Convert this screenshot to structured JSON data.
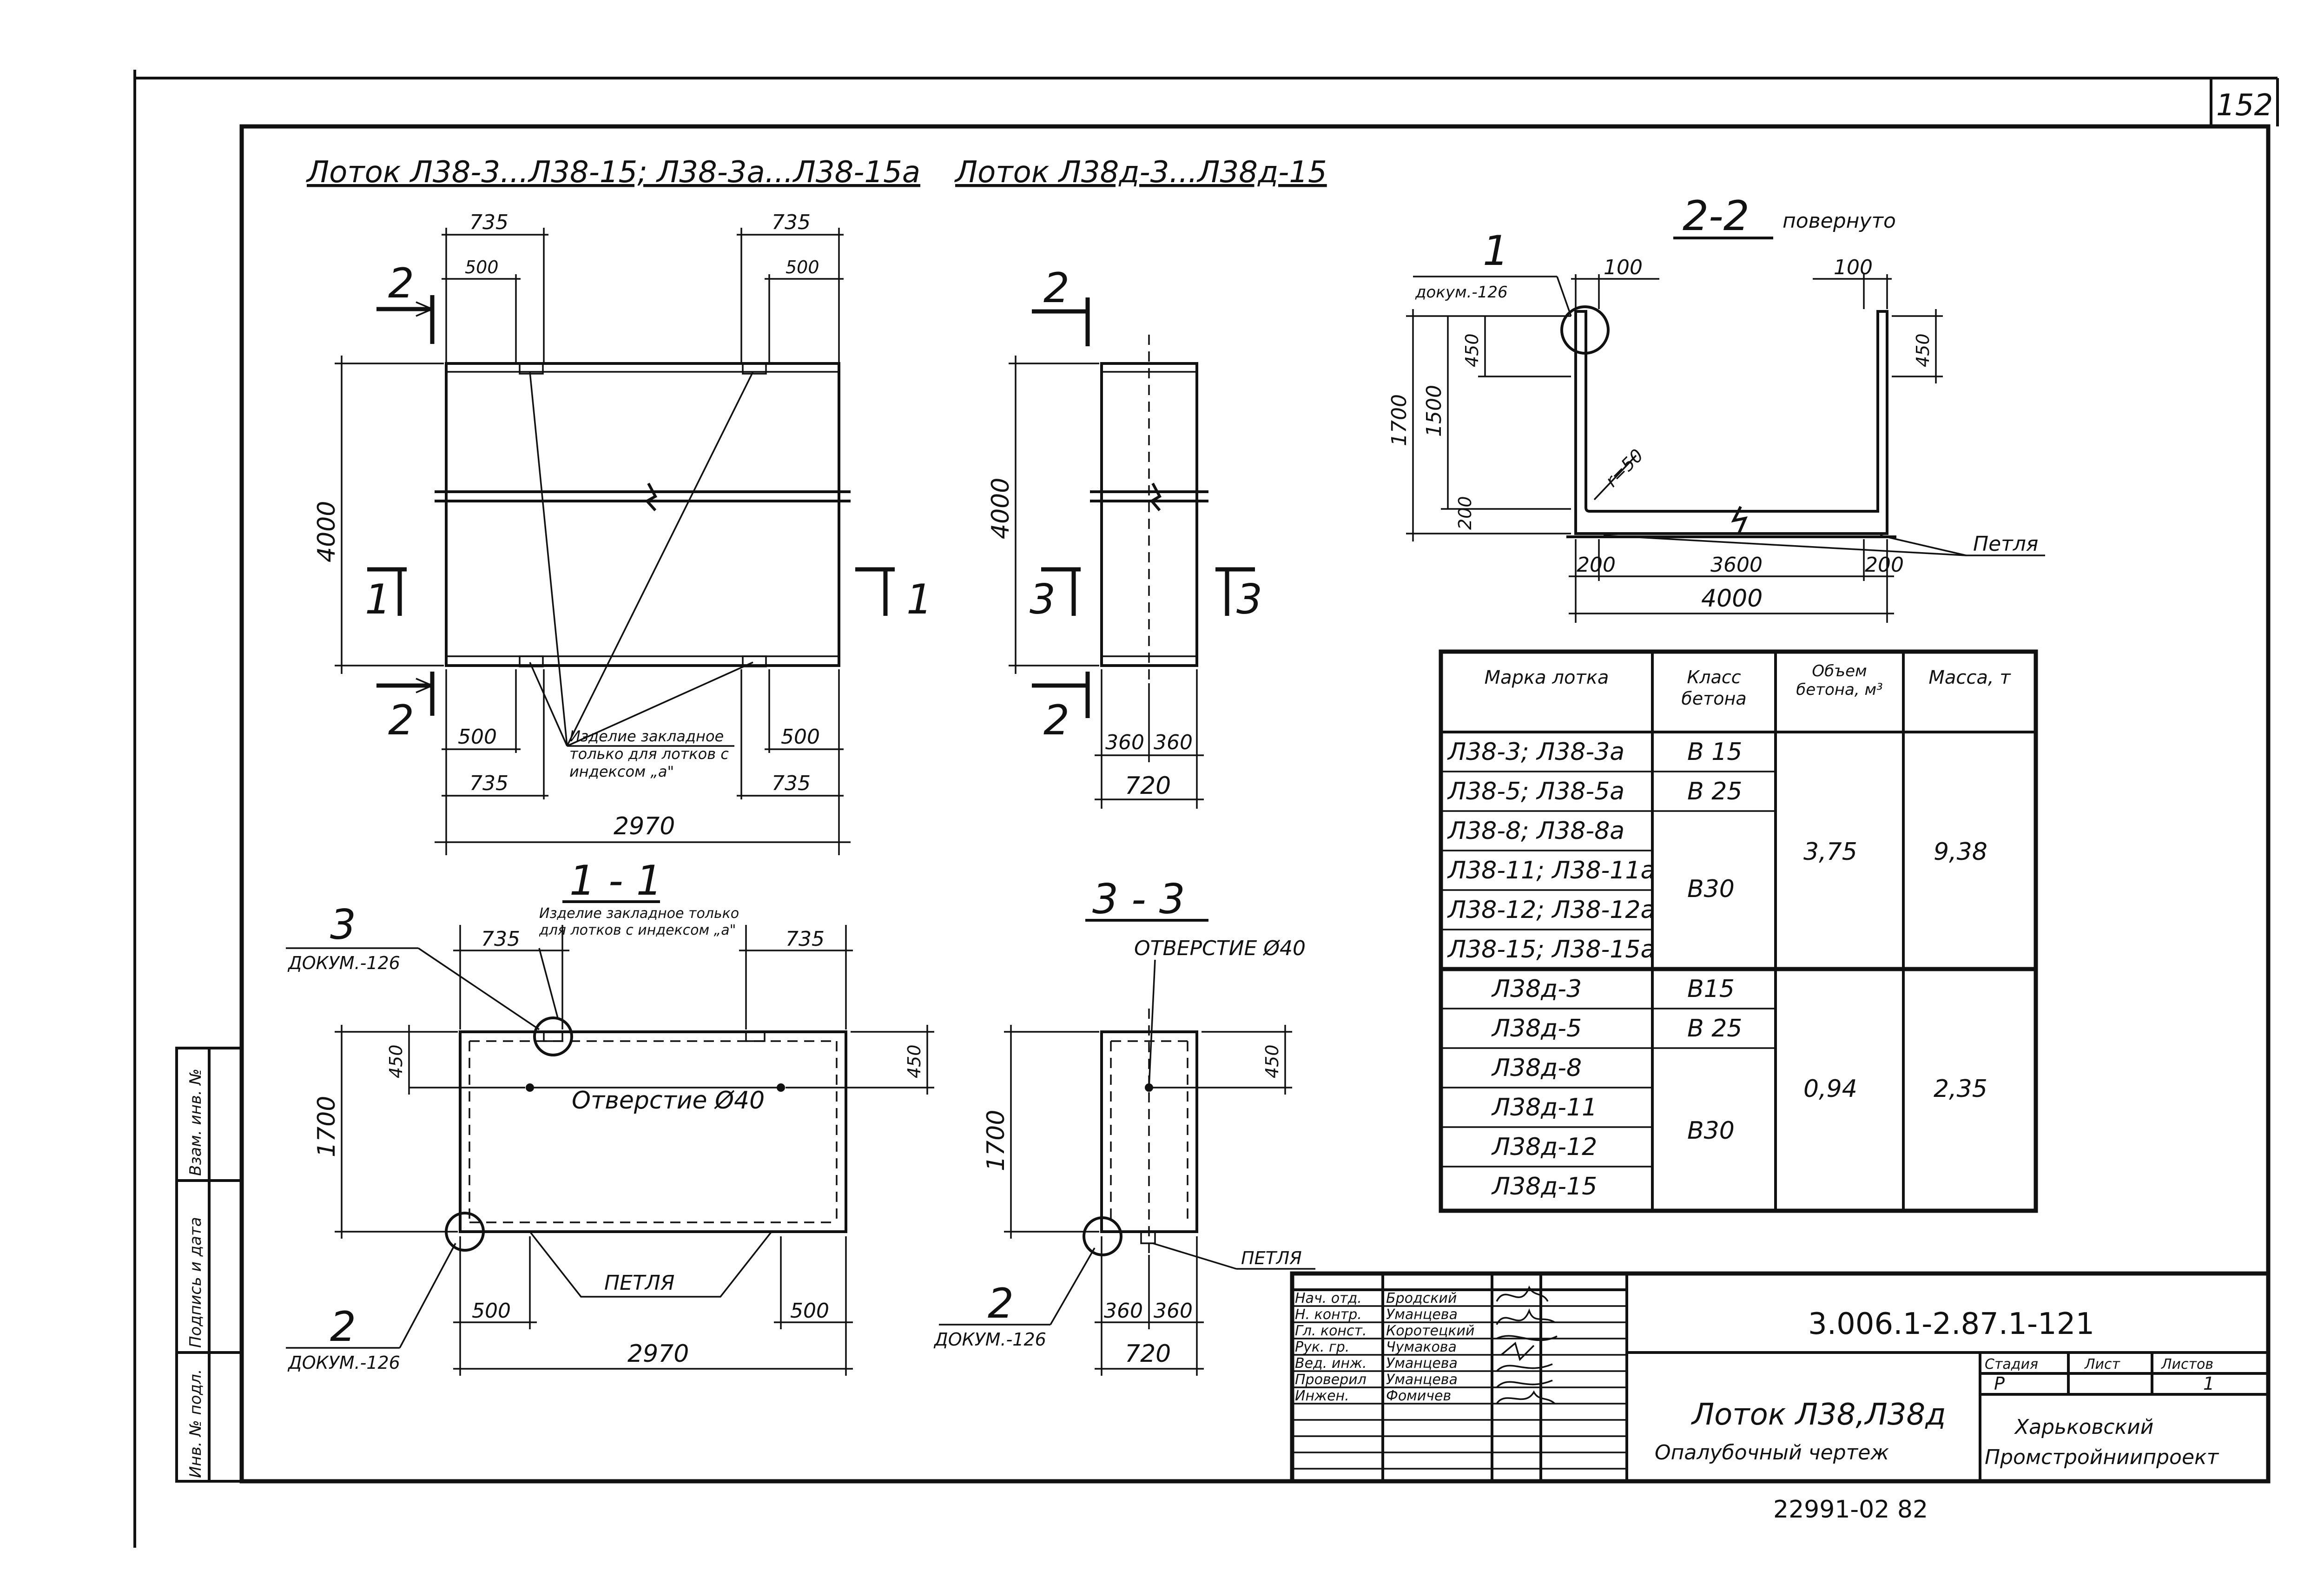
{
  "sheet_number": "152",
  "views": {
    "plan_main_title": "Лоток Л38-3...Л38-15; Л38-3а...Л38-15а",
    "plan_d_title": "Лоток Л38д-3...Л38д-15",
    "section_22_num": "2-2",
    "section_22_note": "повернуто",
    "section_11": "1 - 1",
    "section_33": "3 - 3"
  },
  "dims": {
    "d735": "735",
    "d500": "500",
    "d2970": "2970",
    "d4000": "4000",
    "d360": "360",
    "d720": "720",
    "d1700": "1700",
    "d450": "450",
    "d100": "100",
    "d1500": "1500",
    "d200": "200",
    "d3600": "3600",
    "r50": "r=50"
  },
  "markers": {
    "cut1": "1",
    "cut2": "2",
    "cut3": "3",
    "doc": "докум.-126",
    "doc_caps": "ДОКУМ.-126"
  },
  "notes": {
    "embedded_part": "Изделие закладное только для лотков с индексом „а\"",
    "embedded_part_11": "Изделие закладное только для лотков с индексом „а\"",
    "hole_40": "Отверстие Ø40",
    "hole_40_caps": "ОТВЕРСТИЕ Ø40",
    "loop": "Петля",
    "loop_caps": "ПЕТЛЯ"
  },
  "table": {
    "headers": [
      "Марка лотка",
      "Класс бетона",
      "Объем бетона, м³",
      "Масса, т"
    ],
    "rows": [
      {
        "mark": "Л38-3; Л38-3а",
        "class": "В 15"
      },
      {
        "mark": "Л38-5; Л38-5а",
        "class": "В 25"
      },
      {
        "mark": "Л38-8; Л38-8а",
        "class": ""
      },
      {
        "mark": "Л38-11; Л38-11а",
        "class": ""
      },
      {
        "mark": "Л38-12; Л38-12а",
        "class": ""
      },
      {
        "mark": "Л38-15; Л38-15а",
        "class": ""
      },
      {
        "mark": "Л38д-3",
        "class": "В15"
      },
      {
        "mark": "Л38д-5",
        "class": "В 25"
      },
      {
        "mark": "Л38д-8",
        "class": ""
      },
      {
        "mark": "Л38д-11",
        "class": ""
      },
      {
        "mark": "Л38д-12",
        "class": ""
      },
      {
        "mark": "Л38д-15",
        "class": ""
      }
    ],
    "group1": {
      "class_b30": "В30",
      "volume": "3,75",
      "mass": "9,38"
    },
    "group2": {
      "class_b30": "В30",
      "volume": "0,94",
      "mass": "2,35"
    }
  },
  "side_stamp": [
    "Инв. № подл.",
    "Подпись и дата",
    "Взам. инв. №"
  ],
  "title_block": {
    "roles": [
      "Нач. отд.",
      "Н. контр.",
      "Гл. конст.",
      "Рук. гр.",
      "Вед. инж.",
      "Проверил",
      "Инжен."
    ],
    "names": [
      "Бродский",
      "Уманцева",
      "Коротецкий",
      "Чумакова",
      "Уманцева",
      "Уманцева",
      "Фомичев"
    ],
    "doc_code": "3.006.1-2.87.1-121",
    "title": "Лоток Л38,Л38д",
    "subtitle": "Опалубочный чертеж",
    "stage_header": "Стадия",
    "sheet_header": "Лист",
    "sheets_header": "Листов",
    "stage": "Р",
    "sheet": "",
    "sheets": "1",
    "org": [
      "Харьковский",
      "Промстройниипроект"
    ]
  },
  "footer_code": "22991-02   82"
}
